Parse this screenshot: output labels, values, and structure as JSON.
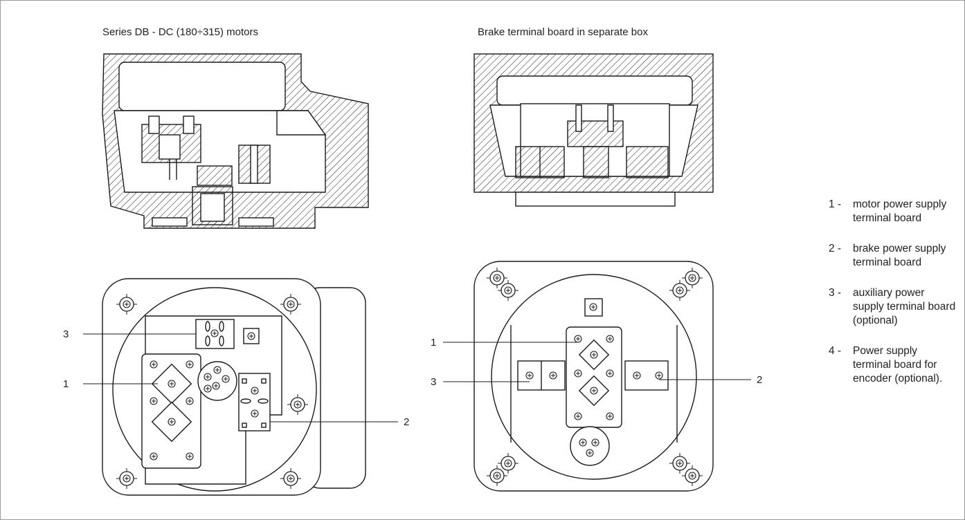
{
  "titles": {
    "left": "Series DB - DC (180÷315) motors",
    "right": "Brake terminal board in separate box"
  },
  "callouts": {
    "left": {
      "c1": "1",
      "c2": "2",
      "c3": "3"
    },
    "right": {
      "c1": "1",
      "c2": "2",
      "c3": "3"
    }
  },
  "legend": [
    {
      "num": "1 -",
      "text": "motor power supply terminal board"
    },
    {
      "num": "2 -",
      "text": "brake power supply terminal board"
    },
    {
      "num": "3 -",
      "text": "auxiliary power supply terminal board (optional)"
    },
    {
      "num": "4 -",
      "text": "Power supply terminal board for encoder (optional)."
    }
  ],
  "colors": {
    "line": "#1a1a1a",
    "frame": "#9a9a9a"
  }
}
